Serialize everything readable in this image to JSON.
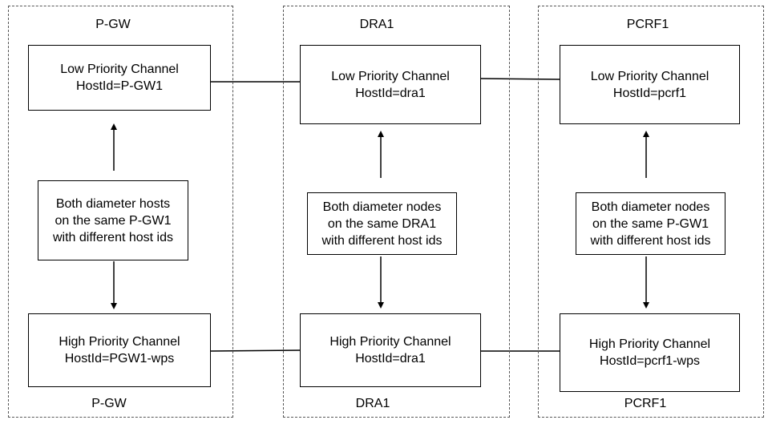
{
  "groups": [
    {
      "top_label": "P-GW",
      "bottom_label": "P-GW",
      "low_channel": {
        "title": "Low Priority Channel",
        "host": "HostId=P-GW1"
      },
      "note": [
        "Both diameter hosts",
        "on the same P-GW1",
        "with different host ids"
      ],
      "high_channel": {
        "title": "High Priority Channel",
        "host": "HostId=PGW1-wps"
      }
    },
    {
      "top_label": "DRA1",
      "bottom_label": "DRA1",
      "low_channel": {
        "title": "Low Priority Channel",
        "host": "HostId=dra1"
      },
      "note": [
        "Both diameter nodes",
        "on the same DRA1",
        "with different host ids"
      ],
      "high_channel": {
        "title": "High Priority Channel",
        "host": "HostId=dra1"
      }
    },
    {
      "top_label": "PCRF1",
      "bottom_label": "PCRF1",
      "low_channel": {
        "title": "Low Priority Channel",
        "host": "HostId=pcrf1"
      },
      "note": [
        "Both diameter nodes",
        "on the same P-GW1",
        "with different host ids"
      ],
      "high_channel": {
        "title": "High Priority Channel",
        "host": "HostId=pcrf1-wps"
      }
    }
  ],
  "colors": {
    "line": "#000000",
    "frame": "#555555",
    "background": "#ffffff"
  }
}
